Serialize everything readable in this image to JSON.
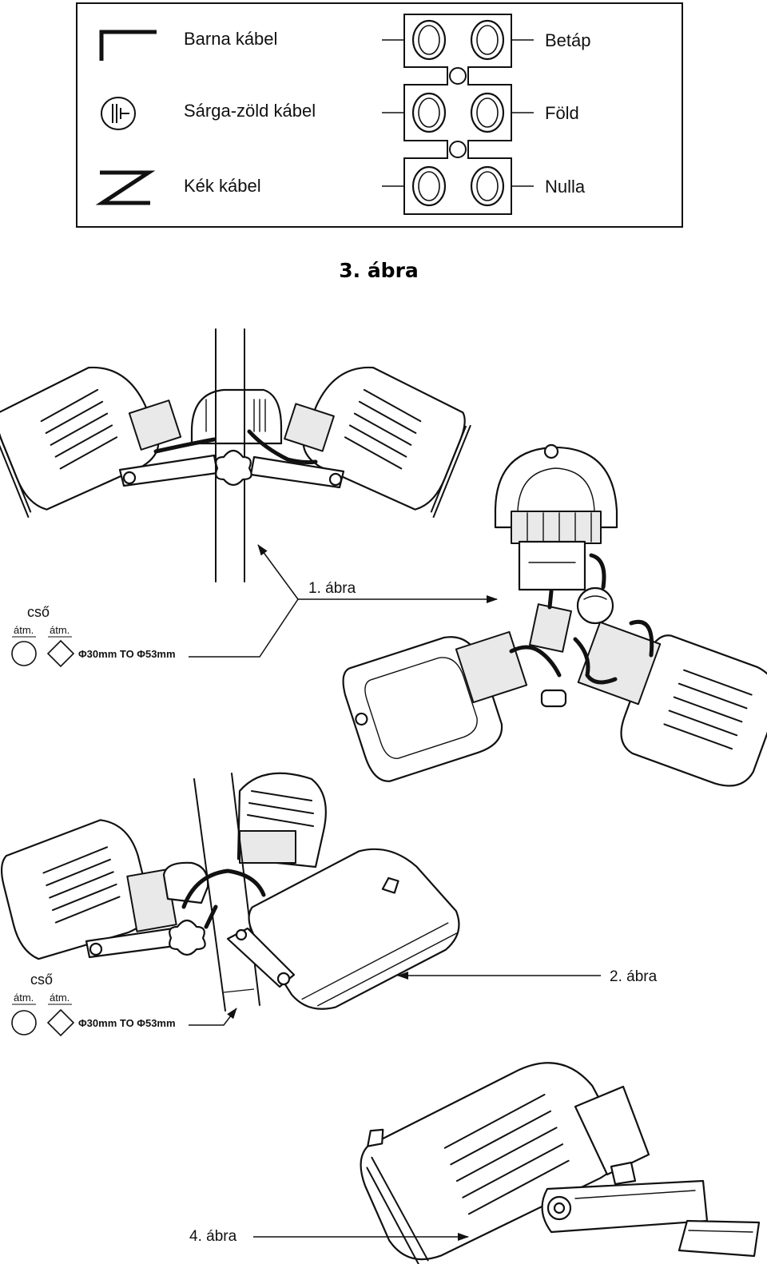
{
  "legend": {
    "wires": [
      {
        "symbol": "brown-wire-symbol",
        "label": "Barna kábel"
      },
      {
        "symbol": "earth-symbol",
        "label": "Sárga-zöld kábel"
      },
      {
        "symbol": "blue-wire-symbol",
        "label": "Kék kábel"
      }
    ],
    "terminals": [
      {
        "label": "Betáp"
      },
      {
        "label": "Föld"
      },
      {
        "label": "Nulla"
      }
    ]
  },
  "figure_title": "3. ábra",
  "figures": {
    "fig1_label": "1. ábra",
    "fig2_label": "2. ábra",
    "fig4_label": "4. ábra"
  },
  "pipe_spec": [
    {
      "title": "cső",
      "round_label": "átm.",
      "square_label": "átm.",
      "range": "Φ30mm TO Φ53mm"
    },
    {
      "title": "cső",
      "round_label": "átm.",
      "square_label": "átm.",
      "range": "Φ30mm TO Φ53mm"
    }
  ]
}
